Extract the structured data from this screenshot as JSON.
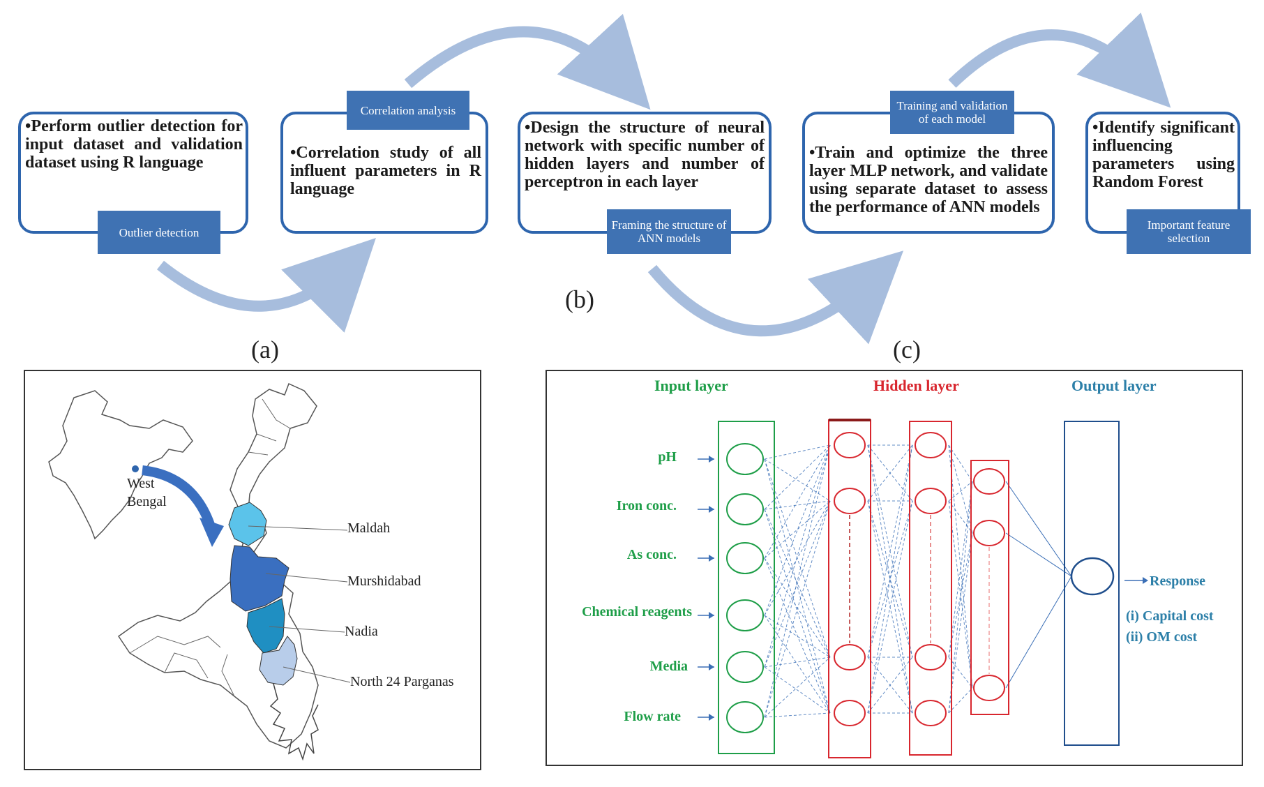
{
  "panels": {
    "a": "(a)",
    "b": "(b)",
    "c": "(c)"
  },
  "steps": [
    {
      "text": "•Perform outlier detection for input dataset and validation dataset using R language",
      "tag": "Outlier detection"
    },
    {
      "text": "•Correlation study of all influent parameters in R language",
      "tag": "Correlation analysis"
    },
    {
      "text": "•Design the structure of neural network with specific number of hidden layers and number of perceptron in each layer",
      "tag": "Framing the structure of ANN models"
    },
    {
      "text": "•Train and optimize the three layer MLP network, and validate using separate dataset to assess the performance of ANN models",
      "tag": "Training and validation of each model"
    },
    {
      "text": "•Identify significant influencing parameters using Random Forest",
      "tag": "Important feature selection"
    }
  ],
  "map": {
    "state_label": "West Bengal",
    "districts": [
      {
        "name": "Maldah",
        "color": "#5bc3ea"
      },
      {
        "name": "Murshidabad",
        "color": "#3a6fc0"
      },
      {
        "name": "Nadia",
        "color": "#1f8fc2"
      },
      {
        "name": "North 24 Parganas",
        "color": "#b8cdea"
      }
    ]
  },
  "ann": {
    "input_title": "Input layer",
    "hidden_title": "Hidden layer",
    "output_title": "Output layer",
    "inputs": [
      "pH",
      "Iron conc.",
      "As conc.",
      "Chemical reagents",
      "Media",
      "Flow rate"
    ],
    "response": "Response",
    "outputs": [
      "(i) Capital cost",
      "(ii) OM  cost"
    ],
    "colors": {
      "input": "#1e9e48",
      "hidden": "#d8262e",
      "output": "#2c7fa8",
      "links": "#3b6fb6"
    }
  }
}
